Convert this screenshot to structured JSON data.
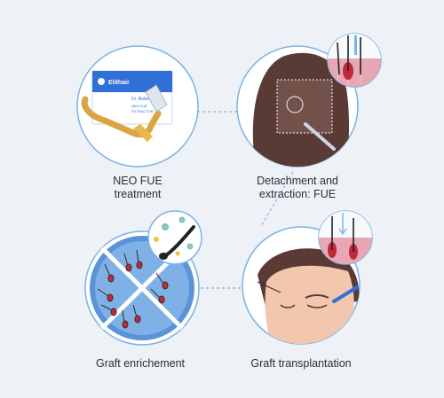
{
  "steps": [
    {
      "line1": "NEO FUE",
      "line2": "treatment"
    },
    {
      "line1": "Detachment and",
      "line2": "extraction: FUE"
    },
    {
      "line1": "Graft enrichement",
      "line2": ""
    },
    {
      "line1": "Graft transplantation",
      "line2": ""
    }
  ],
  "box": {
    "brand": "Elithair",
    "line1": "Dr. Balwi",
    "line2": "NEO FUE",
    "line3": "EXTRACTOR"
  },
  "colors": {
    "background": "#eef1f6",
    "circle_stroke": "#7ab3e6",
    "connector": "#7ab3e6",
    "box_blue": "#2f6fd6",
    "gold": "#d9a441",
    "hair_brown": "#5a3a34",
    "skin": "#f3c6ae",
    "scalp_pink": "#e7a7b4",
    "follicle_red": "#c0283b",
    "plate_blue": "#5b93d8"
  }
}
